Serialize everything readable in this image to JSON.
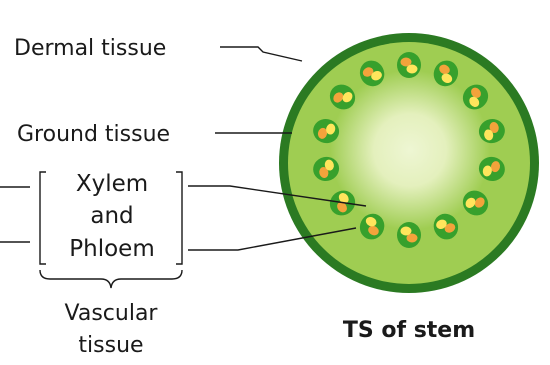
{
  "labels": {
    "dermal": "Dermal tissue",
    "ground": "Ground tissue",
    "xylem_line1": "Xylem",
    "xylem_line2": "and",
    "xylem_line3": "Phloem",
    "vascular_line1": "Vascular",
    "vascular_line2": "tissue",
    "caption": "TS of stem"
  },
  "colors": {
    "epidermis": "#2b7a22",
    "ground_outer": "#9fcd52",
    "ground_inner": "#eef6d3",
    "bundle_ring": "#37a02c",
    "xylem": "#ffe55c",
    "phloem": "#f3a33b",
    "ink": "#1a1a1a"
  },
  "vascular_bundle_count": 14
}
